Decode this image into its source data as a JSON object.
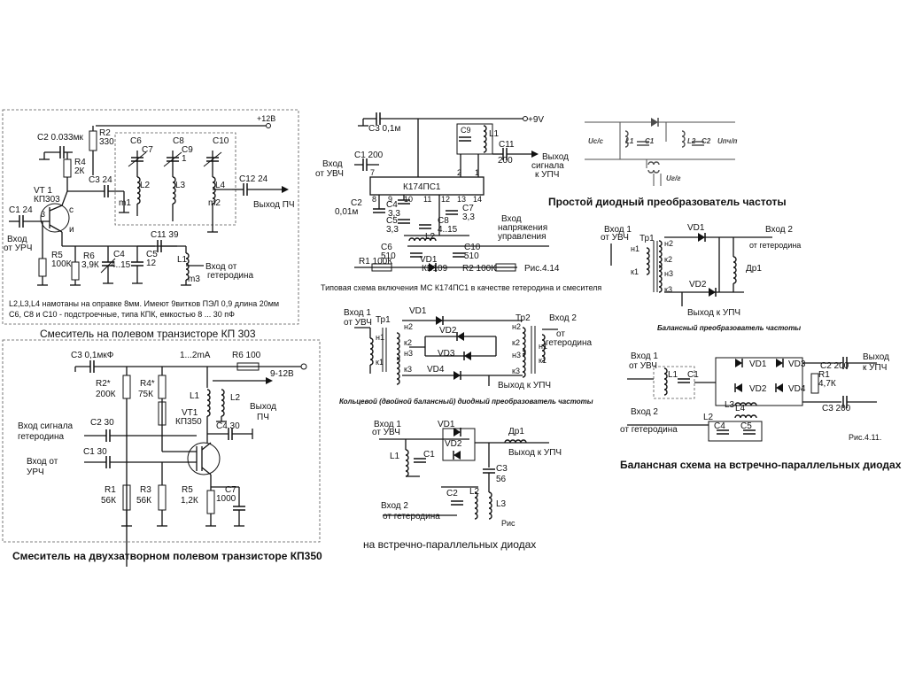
{
  "captions": {
    "kp303": "Смеситель на полевом транзисторе КП 303",
    "kp350": "Смеситель на двухзатворном полевом транзисторе КП350",
    "k174": "Типовая схема включения МС К174ПС1 в качестве гетеродина и смесителя",
    "simple": "Простой диодный преобразователь частоты",
    "ring": "Кольцевой (двойной балансный) диодный преобразователь частоты",
    "balance": "Балансный преобразователь частоты",
    "antipar": "на встречно-параллельных диодах",
    "antipar_bal": "Балансная схема на встречно-параллельных диодах"
  },
  "kp303": {
    "note1": "L2,L3,L4 намотаны на оправке 8мм. Имеют 9витков ПЭЛ 0,9 длина 20мм",
    "note2": "С6, С8 и С10 - подстроечные, типа КПК, емкостью 8 ... 30 пФ",
    "vdd": "+12В",
    "r2": "R2",
    "r2v": "330",
    "c2": "C2 0.033мк",
    "r4": "R4",
    "r4v": "2К",
    "c3": "C3 24",
    "vt1": "VT 1",
    "vt1t": "КП303",
    "c1": "C1 24",
    "in_label1": "Вход",
    "in_label2": "от УРЧ",
    "pin3": "3",
    "pin_c": "с",
    "pin_i": "и",
    "r5": "R5",
    "r5v": "100К",
    "r6": "R6",
    "r6v": "3,9К",
    "c4": "C4",
    "c4v": "4..15",
    "c5": "C5",
    "c5v": "12",
    "c11": "C11  39",
    "l1": "L1",
    "m3": "m3",
    "het1": "Вход  от",
    "het2": "гетеродина",
    "c6": "C6",
    "c7": "C7",
    "c8": "C8",
    "c9": "C9",
    "c10": "C10",
    "l2": "L2",
    "l3": "L3",
    "l4": "L4",
    "m1": "m1",
    "m2": "m2",
    "one": "1",
    "c12": "C12 24",
    "out": "Выход ПЧ"
  },
  "kp350": {
    "c3": "C3 0,1мкФ",
    "r2": "R2*",
    "r2v": "200К",
    "r4": "R4*",
    "r4v": "75К",
    "ma": "1...2mA",
    "r6": "R6 100",
    "supply": "9-12В",
    "l1": "L1",
    "l2": "L2",
    "vt1": "VT1",
    "vt1t": "КП350",
    "out1": "Выход",
    "out2": "ПЧ",
    "c4": "C4 30",
    "c2": "C2 30",
    "het1": "Вход сигнала",
    "het2": "гетеродина",
    "c1": "C1 30",
    "in1": "Вход от",
    "in2": "УРЧ",
    "r1": "R1",
    "r1v": "56К",
    "r3": "R3",
    "r3v": "56К",
    "r5": "R5",
    "r5v": "1,2К",
    "c7": "C7",
    "c7v": "1000"
  },
  "k174": {
    "supply": "+9V",
    "c3": "C3 0,1м",
    "c9": "C9",
    "l1": "L1",
    "c1": "C1 200",
    "c11": "C11",
    "c11v": "200",
    "in1": "Вход",
    "in2": "от УВЧ",
    "out1": "Выход",
    "out2": "сигнала",
    "out3": "к УПЧ",
    "chip": "К174ПС1",
    "pins": [
      "7",
      "8",
      "9",
      "10",
      "11",
      "12",
      "13",
      "14",
      "2",
      "1"
    ],
    "c2": "C2",
    "c2v": "0,01м",
    "c4": "C4",
    "c4v": "3,3",
    "c5": "C5",
    "c5v": "3,3",
    "c7": "C7",
    "c7v": "3,3",
    "c8": "C8",
    "c8v": "4..15",
    "l2": "L2",
    "ctl1": "Вход",
    "ctl2": "напряжения",
    "ctl3": "управления",
    "c6": "C6",
    "c6v": "510",
    "c10": "C10",
    "c10v": "510",
    "vd1": "VD1",
    "vd1t": "КВ109",
    "r1": "R1 100К",
    "r2": "R2  100К",
    "fig": "Рис.4.14"
  },
  "simple": {
    "left": "Uс/с",
    "l1": "L1",
    "c1": "C1",
    "l2": "L2",
    "c2": "C2",
    "right": "Uпч/п",
    "bottom": "Uг/г"
  },
  "ring": {
    "in1": "Вход 1",
    "in1b": "от УВЧ",
    "tr1": "Тр1",
    "vd1": "VD1",
    "vd2": "VD2",
    "vd3": "VD3",
    "vd4": "VD4",
    "tr2": "Тр2",
    "in2": "Вход 2",
    "in2b": "от",
    "in2c": "гетеродина",
    "n1": "н1",
    "n2": "н2",
    "k1": "к1",
    "k2": "к2",
    "n3": "н3",
    "k3": "к3",
    "out": "Выход к УПЧ"
  },
  "balance": {
    "in1": "Вход 1",
    "in1b": "от УВЧ",
    "tr1": "Тр1",
    "vd1": "VD1",
    "vd2": "VD2",
    "in2": "Вход 2",
    "in2b": "от гетеродина",
    "n1": "н1",
    "k1": "к1",
    "n2": "н2",
    "k2": "к2",
    "n3": "н3",
    "k3": "к3",
    "dr1": "Др1",
    "out": "Выход к УПЧ"
  },
  "antipar": {
    "in1": "Вход 1",
    "in1b": "от УВЧ",
    "vd1": "VD1",
    "vd2": "VD2",
    "dr1": "Др1",
    "out": "Выход к УПЧ",
    "l1": "L1",
    "c1": "C1",
    "c3": "C3",
    "c3v": "56",
    "c2": "C2",
    "l2": "L2",
    "l3": "L3",
    "in2": "Вход 2",
    "in2b": "от гетеродина",
    "ris": "Рис"
  },
  "antipar_bal": {
    "in1": "Вход 1",
    "in1b": "от УВЧ",
    "l1": "L1",
    "c1": "C1",
    "vd1": "VD1",
    "vd2": "VD2",
    "vd3": "VD3",
    "vd4": "VD4",
    "c2": "C2 200",
    "r1": "R1",
    "r1v": "4,7К",
    "out1": "Выход",
    "out2": "к УПЧ",
    "l3": "L3",
    "l4": "L4",
    "l2": "L2",
    "in2": "Вход 2",
    "in2b": "от гетеродина",
    "c3": "C3 200",
    "c4": "C4",
    "c5": "C5",
    "fig": "Рис.4.11."
  }
}
